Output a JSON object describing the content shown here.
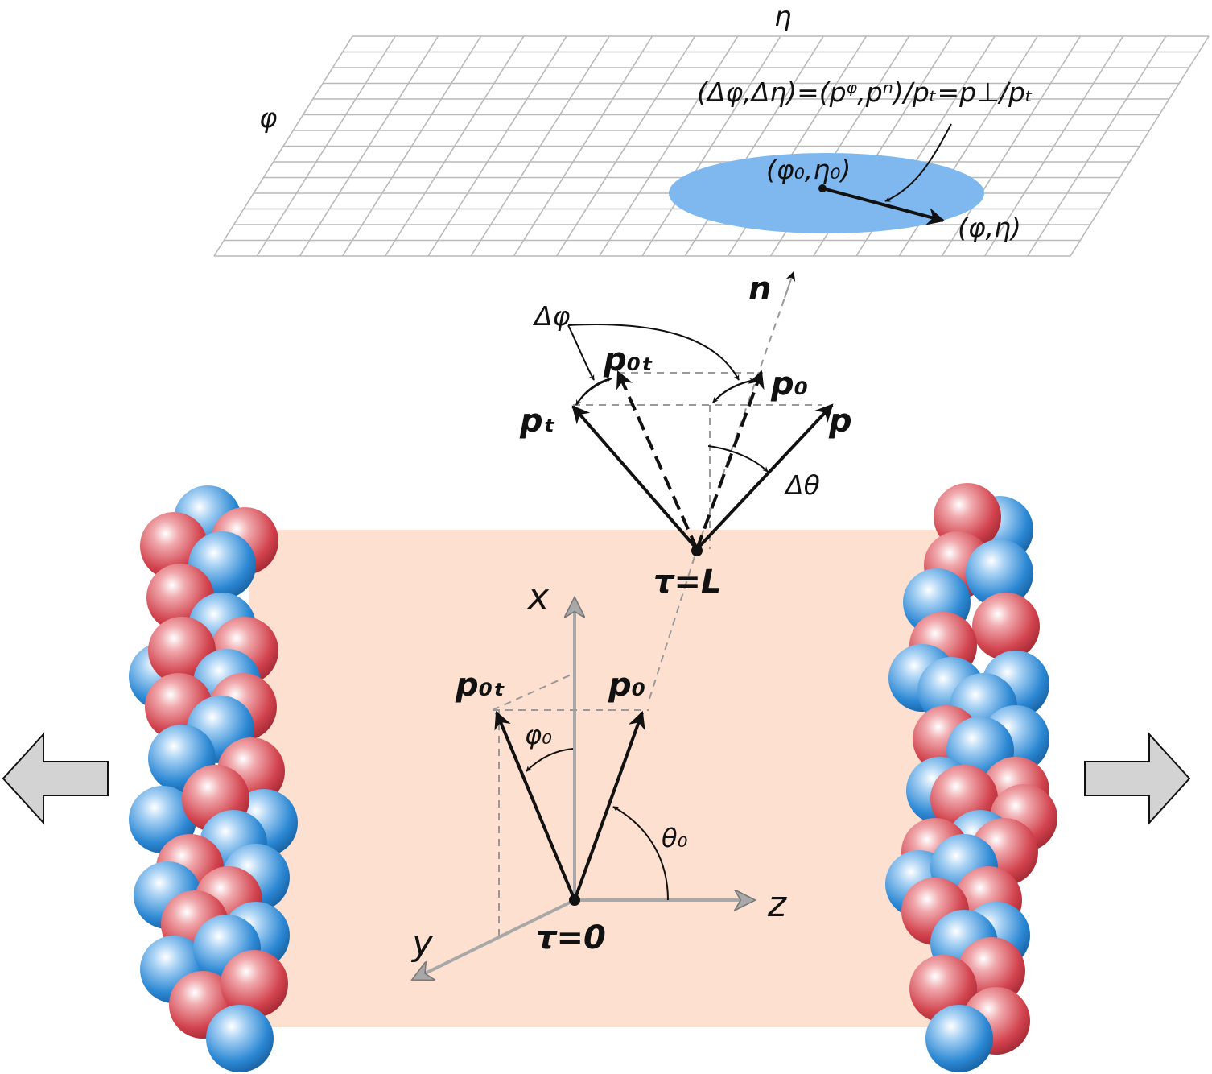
{
  "colors": {
    "slab": "#fde0cf",
    "grid": "#b9b9b9",
    "spot": "#7eb8ef",
    "red_nucleon": "#d2434e",
    "blue_nucleon": "#2c88d4",
    "axis_gray": "#a8a8a8",
    "arrow_fill": "#d3d3d3",
    "ink": "#111111"
  },
  "grid_labels": {
    "eta_axis": "η",
    "phi_axis": "φ",
    "relation": "(Δφ,Δη)=(pᵠ,pⁿ)/pₜ=p⊥/pₜ",
    "center": "(φ₀,η₀)",
    "end": "(φ,η)"
  },
  "momentum_labels": {
    "n": "n",
    "delta_phi": "Δφ",
    "p0T_top": "p₀ₜ",
    "p0_top": "p₀",
    "pT": "pₜ",
    "p": "p",
    "delta_theta": "Δθ",
    "tau_L": "τ=L"
  },
  "axes_labels": {
    "x": "x",
    "y": "y",
    "z": "z",
    "p0T_bottom": "p₀ₜ",
    "p0_bottom": "p₀",
    "phi0": "φ₀",
    "theta0": "θ₀",
    "tau_0": "τ=0"
  }
}
